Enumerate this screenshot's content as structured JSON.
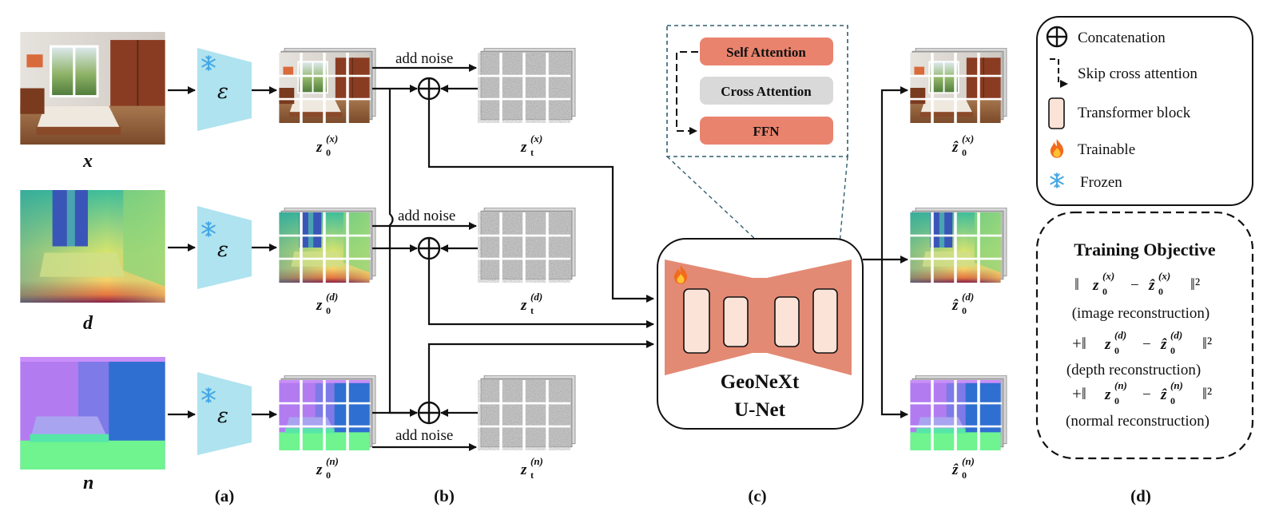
{
  "inputs": {
    "image_label": "x",
    "depth_label": "d",
    "normal_label": "n"
  },
  "encoder": {
    "symbol": "ε"
  },
  "latents": {
    "z0": {
      "main": "z",
      "sub": "0"
    },
    "zt": {
      "main": "z",
      "sub": "t"
    },
    "zhat": {
      "main": "ẑ",
      "sub": "0"
    },
    "superscripts": {
      "image": "(x)",
      "depth": "(d)",
      "normal": "(n)"
    }
  },
  "noise_label": "add noise",
  "attention_block": {
    "self_attention": "Self Attention",
    "cross_attention": "Cross Attention",
    "ffn": "FFN"
  },
  "unet": {
    "title_line1": "GeoNeXt",
    "title_line2": "U-Net"
  },
  "legend": {
    "concatenation": "Concatenation",
    "skip_cross_attention": "Skip cross attention",
    "transformer_block": "Transformer block",
    "trainable": "Trainable",
    "frozen": "Frozen"
  },
  "objective": {
    "title": "Training Objective",
    "line1_prefix": "‖",
    "line1_suffix": "‖²",
    "cap1": "(image reconstruction)",
    "plus": "+‖",
    "cap2": "(depth reconstruction)",
    "cap3": "(normal reconstruction)",
    "minus": "−"
  },
  "panels": {
    "a": "(a)",
    "b": "(b)",
    "c": "(c)",
    "d": "(d)"
  },
  "colors": {
    "encoder": "#aee3ef",
    "unet": "#e38a74",
    "transformer_block": "#fbe3d7",
    "self_attention": "#e9836d",
    "cross_attention": "#d9d9d9",
    "ffn": "#e9836d",
    "dashed": "#2f5f6f"
  }
}
